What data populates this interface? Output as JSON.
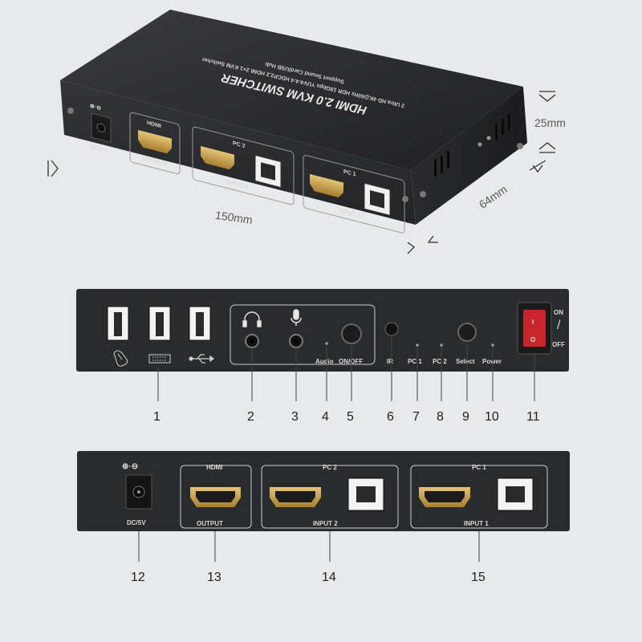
{
  "dimensions": {
    "height": "25mm",
    "depth": "64mm",
    "width": "150mm"
  },
  "top_print": {
    "title": "HDMI 2.0 KVM SWITCHER",
    "line1": "2 Ultra HD 4K@60Hz HDR 18Gbps YUV4:4:4 HDCP2.2 HDMI 2×1 KVM Switcher",
    "line2": "Support Sound Card/USB Hub"
  },
  "labels": {
    "hdmi": "HDMI",
    "output": "OUTPUT",
    "pc1": "PC 1",
    "pc2": "PC 2",
    "input1": "INPUT 1",
    "input2": "INPUT 2",
    "dc5v": "DC/5V",
    "audio": "Audio",
    "on_off": "ON/OFF",
    "ir": "IR",
    "select": "Select",
    "power": "Power",
    "on": "ON",
    "off": "OFF",
    "slash": "/",
    "switch_i": "I",
    "switch_o": "O",
    "polarity": "⊕·⊖"
  },
  "callouts": [
    "1",
    "2",
    "3",
    "4",
    "5",
    "6",
    "7",
    "8",
    "9",
    "10",
    "11",
    "12",
    "13",
    "14",
    "15"
  ],
  "icons": {
    "mouse": "mouse-icon",
    "keyboard": "keyboard-icon",
    "usb": "usb-icon",
    "headphone": "headphone-icon",
    "microphone": "microphone-icon"
  },
  "colors": {
    "background": "#e8e9ea",
    "panel": "#2b2c2e",
    "gold": "#c9a14a",
    "power_switch": "#c8262c"
  }
}
